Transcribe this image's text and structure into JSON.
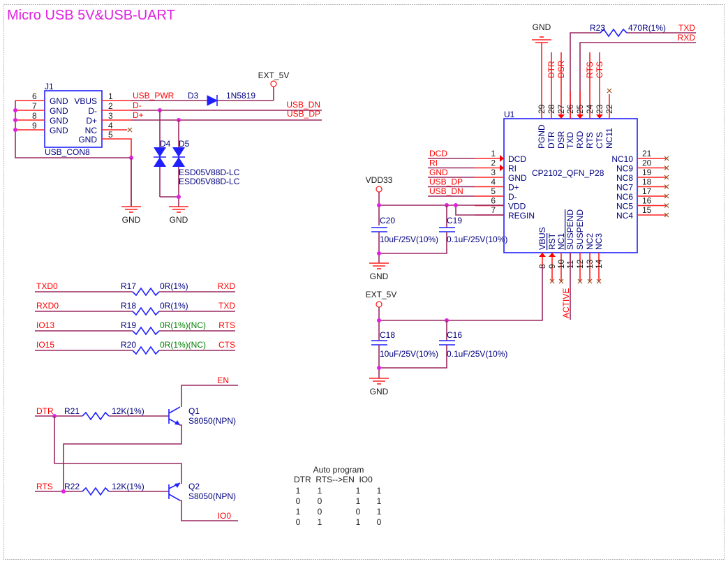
{
  "title": "Micro USB  5V&USB-UART",
  "j1": {
    "ref": "J1",
    "part": "USB_CON8",
    "left_pins": [
      {
        "num": "6",
        "name": "GND"
      },
      {
        "num": "7",
        "name": "GND"
      },
      {
        "num": "8",
        "name": "GND"
      },
      {
        "num": "9",
        "name": "GND"
      }
    ],
    "right_pins": [
      {
        "num": "1",
        "name": "VBUS",
        "net": "USB_PWR"
      },
      {
        "num": "2",
        "name": "D-",
        "net": "D-"
      },
      {
        "num": "3",
        "name": "D+",
        "net": "D+"
      },
      {
        "num": "4",
        "name": "NC",
        "net": ""
      },
      {
        "num": "5",
        "name": "GND",
        "net": ""
      }
    ]
  },
  "d3": {
    "ref": "D3",
    "part": "1N5819"
  },
  "d4": {
    "ref": "D4",
    "part": "ESD05V88D-LC"
  },
  "d5": {
    "ref": "D5",
    "part": "ESD05V88D-LC"
  },
  "nets": {
    "ext_5v": "EXT_5V",
    "usb_dn": "USB_DN",
    "usb_dp": "USB_DP",
    "gnd": "GND",
    "vdd33": "VDD33",
    "txd": "TXD",
    "rxd": "RXD",
    "active": "ACTIVE",
    "en": "EN",
    "io0": "IO0",
    "dtr": "DTR",
    "rts": "RTS"
  },
  "u1": {
    "ref": "U1",
    "part": "CP2102_QFN_P28",
    "top_pins": [
      {
        "num": "29",
        "name": "PGND",
        "net": ""
      },
      {
        "num": "28",
        "name": "DTR",
        "net": "DTR"
      },
      {
        "num": "27",
        "name": "DSR",
        "net": "DSR"
      },
      {
        "num": "26",
        "name": "TXD",
        "net": ""
      },
      {
        "num": "25",
        "name": "RXD",
        "net": ""
      },
      {
        "num": "24",
        "name": "RTS",
        "net": "RTS"
      },
      {
        "num": "23",
        "name": "CTS",
        "net": "CTS"
      },
      {
        "num": "22",
        "name": "NC11",
        "net": ""
      }
    ],
    "left_pins": [
      {
        "num": "1",
        "name": "DCD",
        "net": "DCD"
      },
      {
        "num": "2",
        "name": "RI",
        "net": "RI"
      },
      {
        "num": "3",
        "name": "GND",
        "net": "GND"
      },
      {
        "num": "4",
        "name": "D+",
        "net": "USB_DP"
      },
      {
        "num": "5",
        "name": "D-",
        "net": "USB_DN"
      },
      {
        "num": "6",
        "name": "VDD",
        "net": ""
      },
      {
        "num": "7",
        "name": "REGIN",
        "net": ""
      }
    ],
    "right_pins": [
      {
        "num": "21",
        "name": "NC10"
      },
      {
        "num": "20",
        "name": "NC9"
      },
      {
        "num": "19",
        "name": "NC8"
      },
      {
        "num": "18",
        "name": "NC7"
      },
      {
        "num": "17",
        "name": "NC6"
      },
      {
        "num": "16",
        "name": "NC5"
      },
      {
        "num": "15",
        "name": "NC4"
      }
    ],
    "bottom_pins": [
      {
        "num": "8",
        "name": "VBUS"
      },
      {
        "num": "9",
        "name": "RST"
      },
      {
        "num": "10",
        "name": "NC1"
      },
      {
        "num": "11",
        "name": "SUSPEND"
      },
      {
        "num": "12",
        "name": "SUSPEND"
      },
      {
        "num": "13",
        "name": "NC2"
      },
      {
        "num": "14",
        "name": "NC3"
      }
    ]
  },
  "r23": {
    "ref": "R23",
    "value": "470R(1%)"
  },
  "caps": {
    "c20": {
      "ref": "C20",
      "value": "10uF/25V(10%)"
    },
    "c19": {
      "ref": "C19",
      "value": "0.1uF/25V(10%)"
    },
    "c18": {
      "ref": "C18",
      "value": "10uF/25V(10%)"
    },
    "c16": {
      "ref": "C16",
      "value": "0.1uF/25V(10%)"
    }
  },
  "resistors": [
    {
      "left": "TXD0",
      "ref": "R17",
      "value": "0R(1%)",
      "right": "RXD",
      "nc": false
    },
    {
      "left": "RXD0",
      "ref": "R18",
      "value": "0R(1%)",
      "right": "TXD",
      "nc": false
    },
    {
      "left": "IO13",
      "ref": "R19",
      "value": "0R(1%)(NC)",
      "right": "RTS",
      "nc": true
    },
    {
      "left": "IO15",
      "ref": "R20",
      "value": "0R(1%)(NC)",
      "right": "CTS",
      "nc": true
    }
  ],
  "autoprog": {
    "r21": {
      "ref": "R21",
      "value": "12K(1%)"
    },
    "r22": {
      "ref": "R22",
      "value": "12K(1%)"
    },
    "q1": {
      "ref": "Q1",
      "part": "S8050(NPN)"
    },
    "q2": {
      "ref": "Q2",
      "part": "S8050(NPN)"
    }
  },
  "truth_table": {
    "title": "Auto program",
    "header": "DTR  RTS-->EN  IO0",
    "rows": [
      [
        "1",
        "1",
        "1",
        "1"
      ],
      [
        "0",
        "0",
        "1",
        "1"
      ],
      [
        "1",
        "0",
        "0",
        "1"
      ],
      [
        "0",
        "1",
        "1",
        "0"
      ]
    ]
  }
}
